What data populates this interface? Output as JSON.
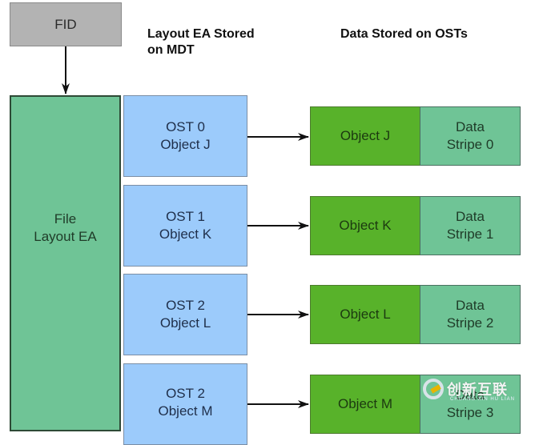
{
  "headings": {
    "mdt_line1": "Layout EA Stored",
    "mdt_line2": "on MDT",
    "osts": "Data Stored on OSTs"
  },
  "fid": {
    "label": "FID",
    "color": "#b3b3b3"
  },
  "file_layout": {
    "line1": "File",
    "line2": "Layout EA",
    "color": "#6fc496"
  },
  "ost_entries": [
    {
      "line1": "OST 0",
      "line2": "Object J"
    },
    {
      "line1": "OST 1",
      "line2": "Object K"
    },
    {
      "line1": "OST 2",
      "line2": "Object L"
    },
    {
      "line1": "OST 2",
      "line2": "Object M"
    }
  ],
  "objects": [
    {
      "label": "Object J",
      "stripe_line1": "Data",
      "stripe_line2": "Stripe 0"
    },
    {
      "label": "Object K",
      "stripe_line1": "Data",
      "stripe_line2": "Stripe 1"
    },
    {
      "label": "Object L",
      "stripe_line1": "Data",
      "stripe_line2": "Stripe 2"
    },
    {
      "label": "Object M",
      "stripe_line1": "Data",
      "stripe_line2": "Stripe 3"
    }
  ],
  "colors": {
    "ost_box": "#9ccbfb",
    "object_box": "#58b22a",
    "stripe_box": "#6fc496"
  },
  "watermark": {
    "text": "创新互联",
    "subtext": "CHUANG XIN HU LIAN"
  }
}
